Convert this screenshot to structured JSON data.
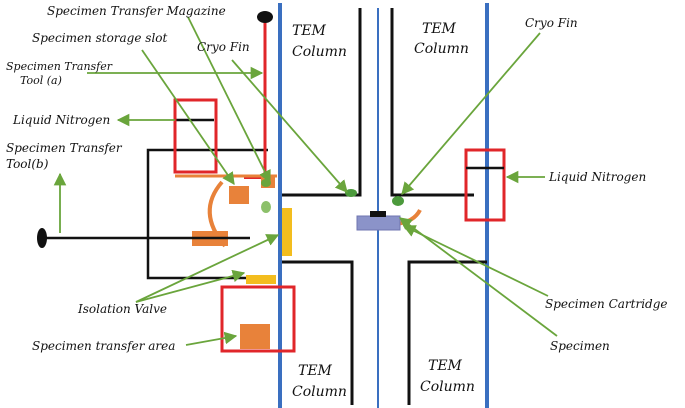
{
  "colors": {
    "column_blue": "#3a6fc0",
    "frame_black": "#111111",
    "red": "#e0262a",
    "green_arrow": "#6aa53c",
    "orange": "#e8823a",
    "yellow": "#f3bd1e",
    "cartridge": "#8b93c9",
    "fin_green": "#4c9a3c"
  },
  "icons": {
    "tool_a_knob": "black-knob-icon",
    "tool_b_knob": "black-knob-icon"
  },
  "labels": {
    "magazine": "Specimen Transfer Magazine",
    "storage_slot": "Specimen storage slot",
    "cryo_fin_left": "Cryo Fin",
    "tool_a_line1": "Specimen Transfer",
    "tool_a_line2": "Tool (a)",
    "ln_left": "Liquid Nitrogen",
    "tool_b_line1": "Specimen Transfer",
    "tool_b_line2": "Tool(b)",
    "isolation_valve": "Isolation Valve",
    "transfer_area": "Specimen transfer area",
    "cryo_fin_right": "Cryo Fin",
    "ln_right": "Liquid Nitrogen",
    "cartridge": "Specimen Cartridge",
    "specimen": "Specimen"
  },
  "columns": {
    "tl_1": "TEM",
    "tl_2": "Column",
    "tr_1": "TEM",
    "tr_2": "Column",
    "bl_1": "TEM",
    "bl_2": "Column",
    "br_1": "TEM",
    "br_2": "Column"
  }
}
